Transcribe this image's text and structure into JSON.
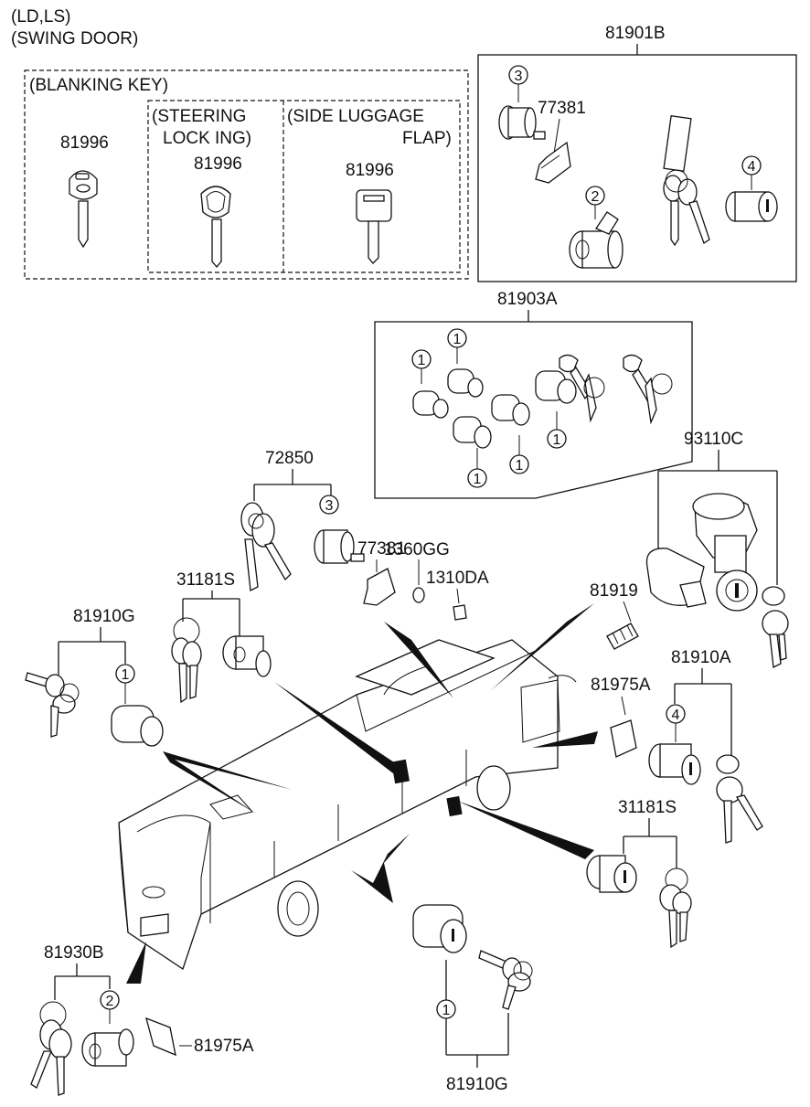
{
  "header": {
    "line1": "(LD,LS)",
    "line2": "(SWING DOOR)"
  },
  "blanking": {
    "title": "(BLANKING KEY)",
    "key1": "81996",
    "steering_line1": "(STEERING",
    "steering_line2": "LOCK  ING)",
    "key2": "81996",
    "side_line1": "(SIDE LUGGAGE",
    "side_line2": "FLAP)",
    "key3": "81996"
  },
  "parts": {
    "p81901B": "81901B",
    "p77381_top": "77381",
    "p81903A": "81903A",
    "p93110C": "93110C",
    "p72850": "72850",
    "p77381": "77381",
    "p1360GG": "1360GG",
    "p1310DA": "1310DA",
    "p31181S_top": "31181S",
    "p81919": "81919",
    "p81910G_left": "81910G",
    "p81910A": "81910A",
    "p81975A_right": "81975A",
    "p31181S_right": "31181S",
    "p81930B": "81930B",
    "p81975A_bottom": "81975A",
    "p81910G_bottom": "81910G"
  },
  "circle_numbers": {
    "n1": "1",
    "n2": "2",
    "n3": "3",
    "n4": "4"
  }
}
